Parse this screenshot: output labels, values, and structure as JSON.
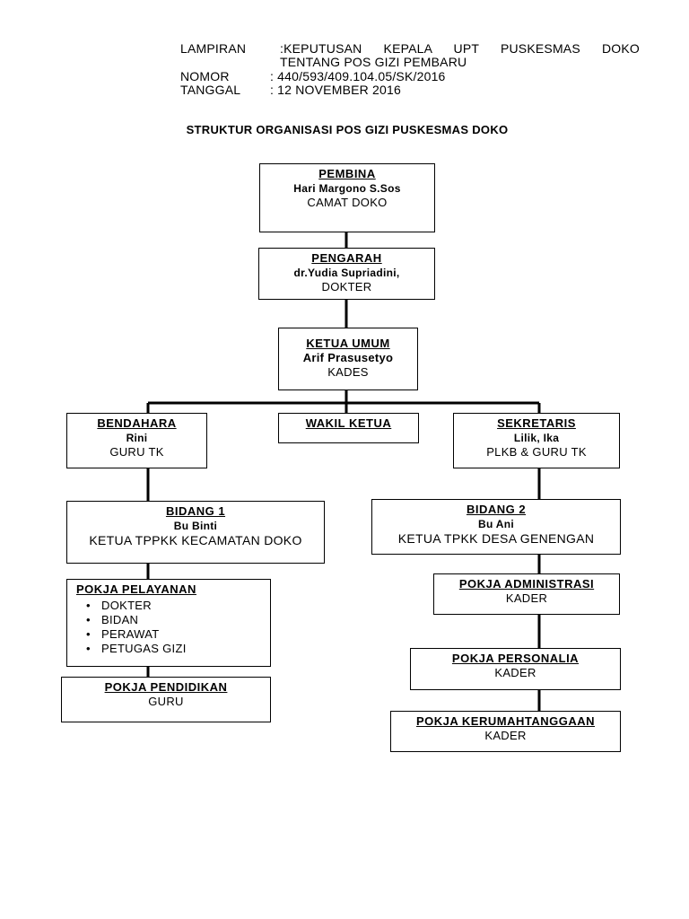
{
  "header": {
    "lampiran_key": "LAMPIRAN",
    "lampiran_val": ":KEPUTUSAN KEPALA UPT PUSKESMAS DOKO",
    "lampiran_val2": "TENTANG POS GIZI PEMBARU",
    "nomor_key": "NOMOR",
    "nomor_val": ": 440/593/409.104.05/SK/2016",
    "tanggal_key": "TANGGAL",
    "tanggal_val": ": 12 NOVEMBER 2016"
  },
  "title": "STRUKTUR ORGANISASI POS GIZI PUSKESMAS DOKO",
  "org": {
    "pembina": {
      "role": "PEMBINA",
      "name": "Hari Margono S.Sos",
      "position": "CAMAT DOKO"
    },
    "pengarah": {
      "role": "PENGARAH",
      "name": "dr.Yudia Supriadini,",
      "position": "DOKTER"
    },
    "ketua": {
      "role": "KETUA UMUM",
      "name": "Arif Prasusetyo",
      "position": "KADES"
    },
    "bendahara": {
      "role": "BENDAHARA",
      "name": "Rini",
      "position": "GURU TK"
    },
    "wakil": {
      "role": "WAKIL KETUA"
    },
    "sekretaris": {
      "role": "SEKRETARIS",
      "name": "Lilik, Ika",
      "position": "PLKB & GURU TK"
    },
    "bidang1": {
      "role": "BIDANG 1",
      "name": "Bu Binti",
      "position": "KETUA TPPKK KECAMATAN DOKO"
    },
    "bidang2": {
      "role": "BIDANG 2",
      "name": "Bu Ani",
      "position": "KETUA TPKK DESA GENENGAN"
    },
    "pokja_pelayanan": {
      "role": "POKJA PELAYANAN",
      "items": [
        "DOKTER",
        "BIDAN",
        "PERAWAT",
        "PETUGAS GIZI"
      ]
    },
    "pokja_pendidikan": {
      "role": "POKJA PENDIDIKAN",
      "position": "GURU"
    },
    "pokja_administrasi": {
      "role": "POKJA ADMINISTRASI",
      "position": "KADER"
    },
    "pokja_personalia": {
      "role": "POKJA PERSONALIA",
      "position": "KADER"
    },
    "pokja_kerumahtanggaan": {
      "role": "POKJA KERUMAHTANGGAAN",
      "position": "KADER"
    }
  }
}
